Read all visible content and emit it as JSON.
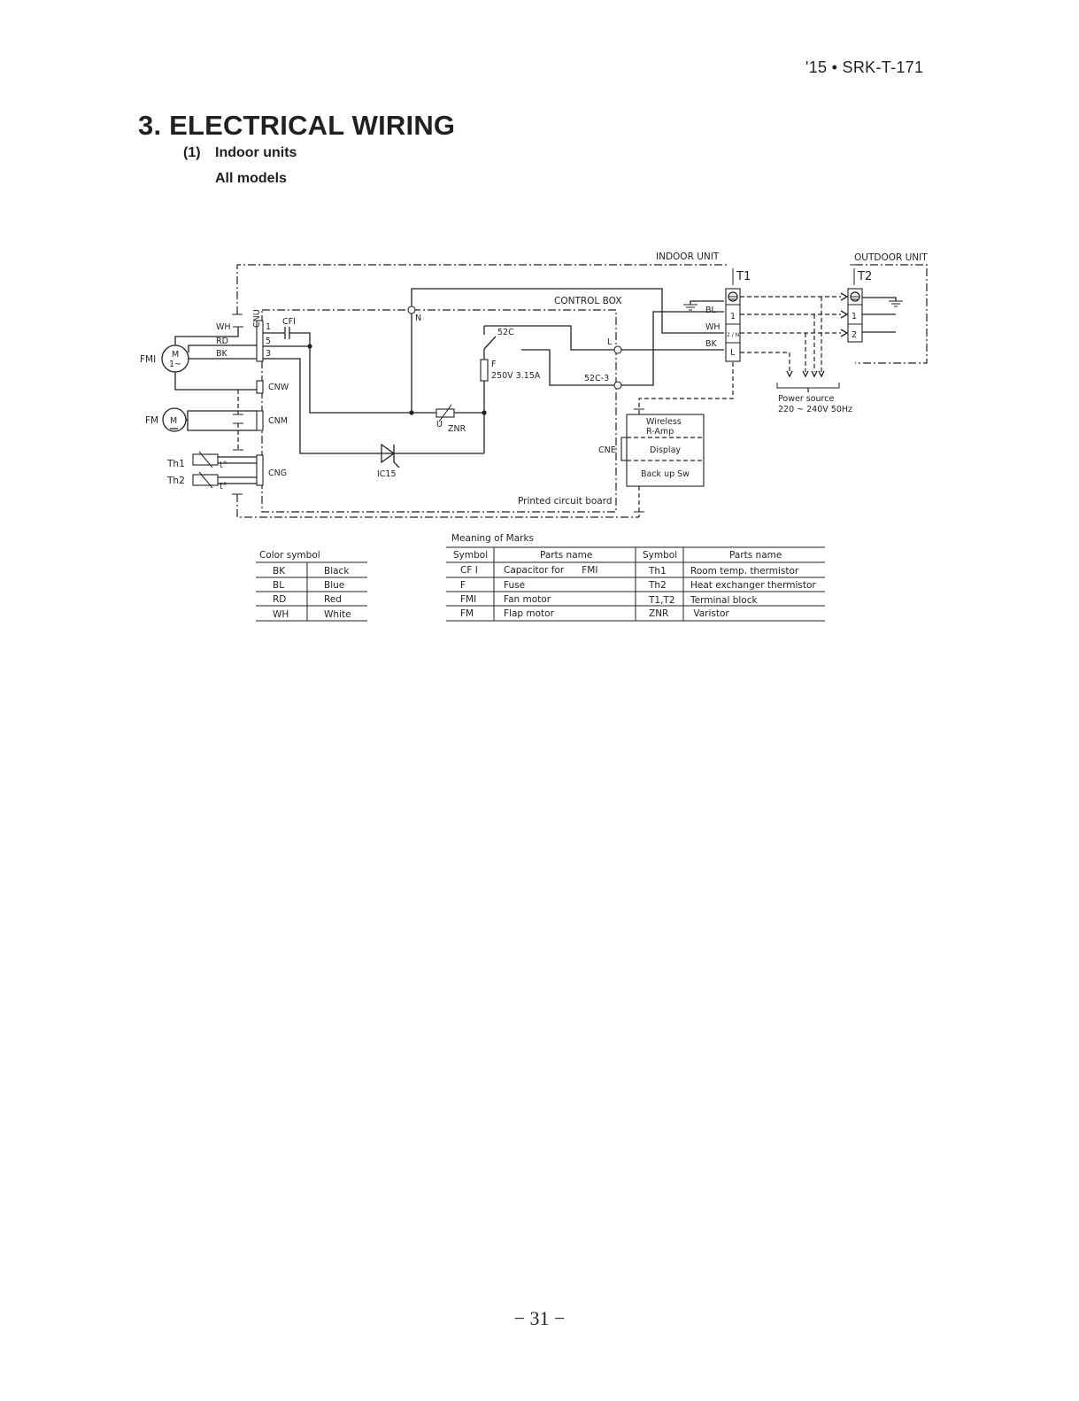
{
  "header": {
    "doc_id": "'15 • SRK-T-171"
  },
  "section": {
    "title": "3. ELECTRICAL WIRING",
    "subsection_number": "(1)",
    "subsection_title": "Indoor units",
    "models": "All models"
  },
  "diagram": {
    "indoor_unit": "INDOOR UNIT",
    "outdoor_unit": "OUTDOOR UNIT",
    "t1": "T1",
    "t2": "T2",
    "control_box": "CONTROL BOX",
    "pcb": "Printed circuit board",
    "fmi": "FMI",
    "fmi_motor_m": "M",
    "fmi_motor_phase": "1~",
    "fm": "FM",
    "fm_motor_m": "M",
    "th1": "Th1",
    "th2": "Th2",
    "t_deg": "t°",
    "wire_wh": "WH",
    "wire_rd": "RD",
    "wire_bk": "BK",
    "cnu": "CNU",
    "pin1": "1",
    "pin5": "5",
    "pin3": "3",
    "cfi": "CFI",
    "cnw": "CNW",
    "cnm": "CNM",
    "cng": "CNG",
    "node_n": "N",
    "node_l": "L",
    "relay_52c": "52C",
    "contact_52c3": "52C-3",
    "fuse_f": "F",
    "fuse_rating": "250V 3.15A",
    "znr": "ZNR",
    "ic15": "IC15",
    "cne": "CNE",
    "wireless": "Wireless",
    "ramp": "R-Amp",
    "display": "Display",
    "backup_sw": "Back up Sw",
    "t1_bl": "BL",
    "t1_wh": "WH",
    "t1_bk": "BK",
    "t1_term1": "1",
    "t1_term2n": "2 / N",
    "t1_terml": "L",
    "t2_term1": "1",
    "t2_term2": "2",
    "power_source": "Power source",
    "power_rating": "220 ~ 240V 50Hz"
  },
  "color_symbol": {
    "title": "Color symbol",
    "rows": [
      {
        "code": "BK",
        "name": "Black"
      },
      {
        "code": "BL",
        "name": "Blue"
      },
      {
        "code": "RD",
        "name": "Red"
      },
      {
        "code": "WH",
        "name": "White"
      }
    ]
  },
  "meaning_of_marks": {
    "title": "Meaning of Marks",
    "headers": [
      "Symbol",
      "Parts name",
      "Symbol",
      "Parts name"
    ],
    "rows": [
      {
        "s1": "CF I",
        "p1": "Capacitor for      FMI",
        "s2": "Th1",
        "p2": "Room temp. thermistor"
      },
      {
        "s1": "F",
        "p1": "Fuse",
        "s2": "Th2",
        "p2": "Heat exchanger thermistor"
      },
      {
        "s1": "FMI",
        "p1": "Fan motor",
        "s2": "T1,T2",
        "p2": "Terminal block"
      },
      {
        "s1": "FM",
        "p1": "Flap motor",
        "s2": "ZNR",
        "p2": " Varistor"
      }
    ]
  },
  "footer": {
    "page_number": "− 31 −"
  }
}
